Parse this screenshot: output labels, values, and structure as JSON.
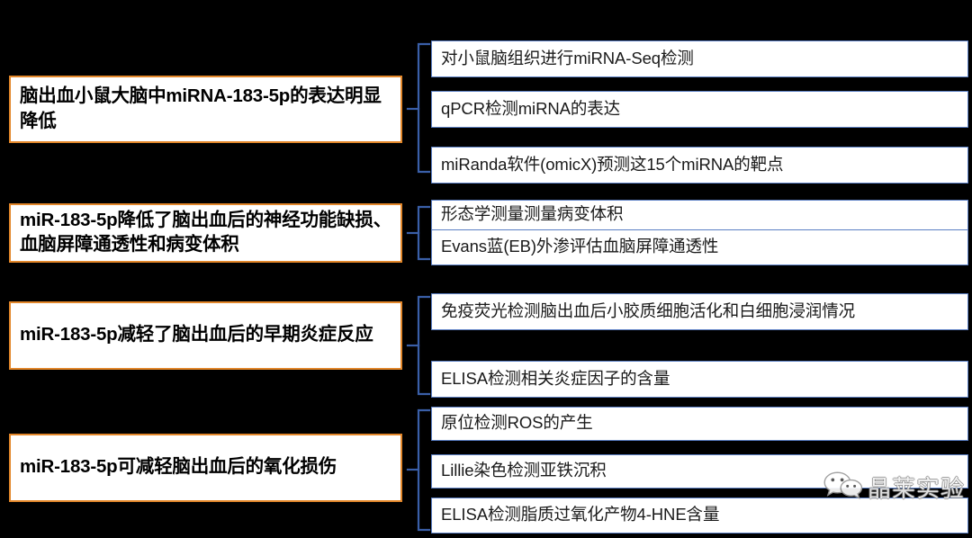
{
  "diagram": {
    "background_color": "#000000",
    "left_box_border_color": "#E3872A",
    "right_box_border_color": "#5B7FC4",
    "connector_color": "#3A5FA8",
    "conclusions": [
      {
        "text": "脑出血小鼠大脑中miRNA-183-5p的表达明显降低"
      },
      {
        "text": "miR-183-5p降低了脑出血后的神经功能缺损、血脑屏障通透性和病变体积"
      },
      {
        "text": "miR-183-5p减轻了脑出血后的早期炎症反应"
      },
      {
        "text": "miR-183-5p可减轻脑出血后的氧化损伤"
      }
    ],
    "methods": [
      {
        "text": "对小鼠脑组织进行miRNA-Seq检测"
      },
      {
        "text": "qPCR检测miRNA的表达"
      },
      {
        "text": "miRanda软件(omicX)预测这15个miRNA的靶点"
      },
      {
        "text": "形态学测量测量病变体积"
      },
      {
        "text": "Evans蓝(EB)外渗评估血脑屏障通透性"
      },
      {
        "text": "免疫荧光检测脑出血后小胶质细胞活化和白细胞浸润情况"
      },
      {
        "text": "ELISA检测相关炎症因子的含量"
      },
      {
        "text": "原位检测ROS的产生"
      },
      {
        "text": "Lillie染色检测亚铁沉积"
      },
      {
        "text": "ELISA检测脂质过氧化产物4-HNE含量"
      }
    ]
  },
  "watermark": {
    "label": "晶莱实验",
    "icon": "wechat-logo"
  }
}
